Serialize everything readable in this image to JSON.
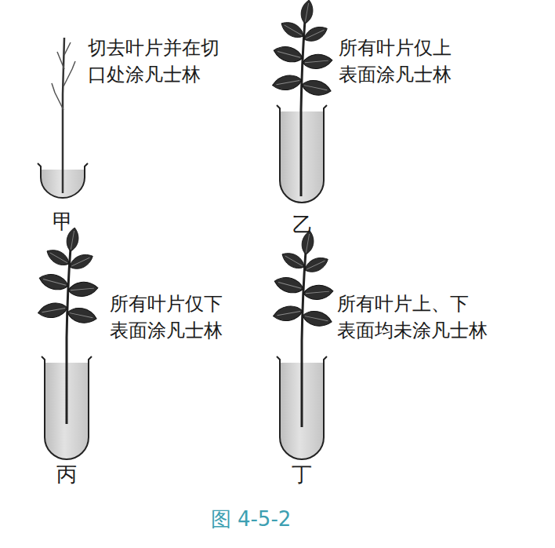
{
  "diagram": {
    "caption": "图 4-5-2",
    "labels": [
      "切去叶片并在切 口处涂凡士林",
      "所有叶片仅上 表面涂凡士林",
      "甲",
      "乙",
      "所有叶片仅下 表面涂凡士林",
      "所有叶片上、下 表面均未涂凡士林",
      "丙",
      "丁"
    ]
  }
}
